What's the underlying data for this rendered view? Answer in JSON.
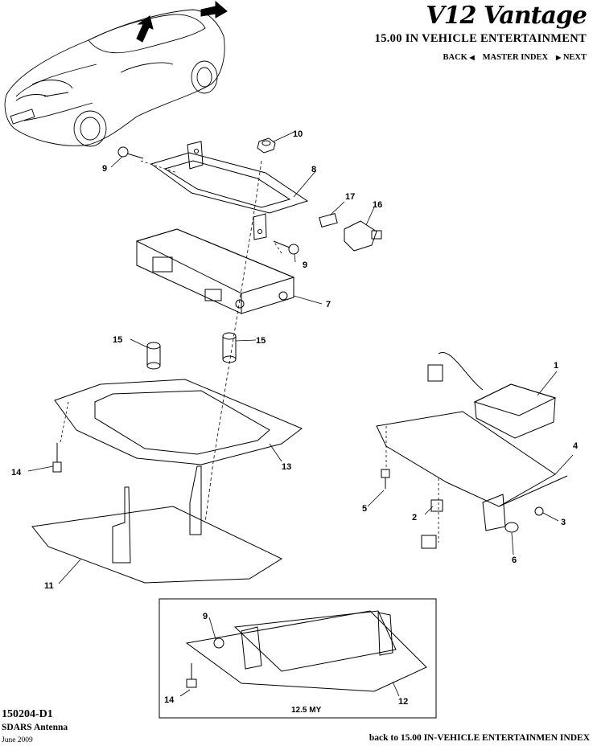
{
  "header": {
    "logo_text": "V12 Vantage",
    "section_title": "15.00 IN VEHICLE ENTERTAINMENT",
    "nav": {
      "back": "BACK",
      "master_index": "MASTER INDEX",
      "next": "NEXT"
    }
  },
  "diagram": {
    "callouts": {
      "c1": "1",
      "c2": "2",
      "c3": "3",
      "c4": "4",
      "c5": "5",
      "c6": "6",
      "c7": "7",
      "c8": "8",
      "c9a": "9",
      "c9b": "9",
      "c9c": "9",
      "c10": "10",
      "c11": "11",
      "c12": "12",
      "c13": "13",
      "c14a": "14",
      "c14b": "14",
      "c15a": "15",
      "c15b": "15",
      "c16": "16",
      "c17": "17"
    },
    "inset_caption": "12.5 MY"
  },
  "footer": {
    "doc_number": "150204-D1",
    "doc_title": "SDARS Antenna",
    "doc_date": "June 2009",
    "back_link": "back to 15.00 IN-VEHICLE ENTERTAINMEN INDEX"
  },
  "icons": {
    "back": "triangle-left-icon",
    "next": "triangle-right-icon"
  }
}
